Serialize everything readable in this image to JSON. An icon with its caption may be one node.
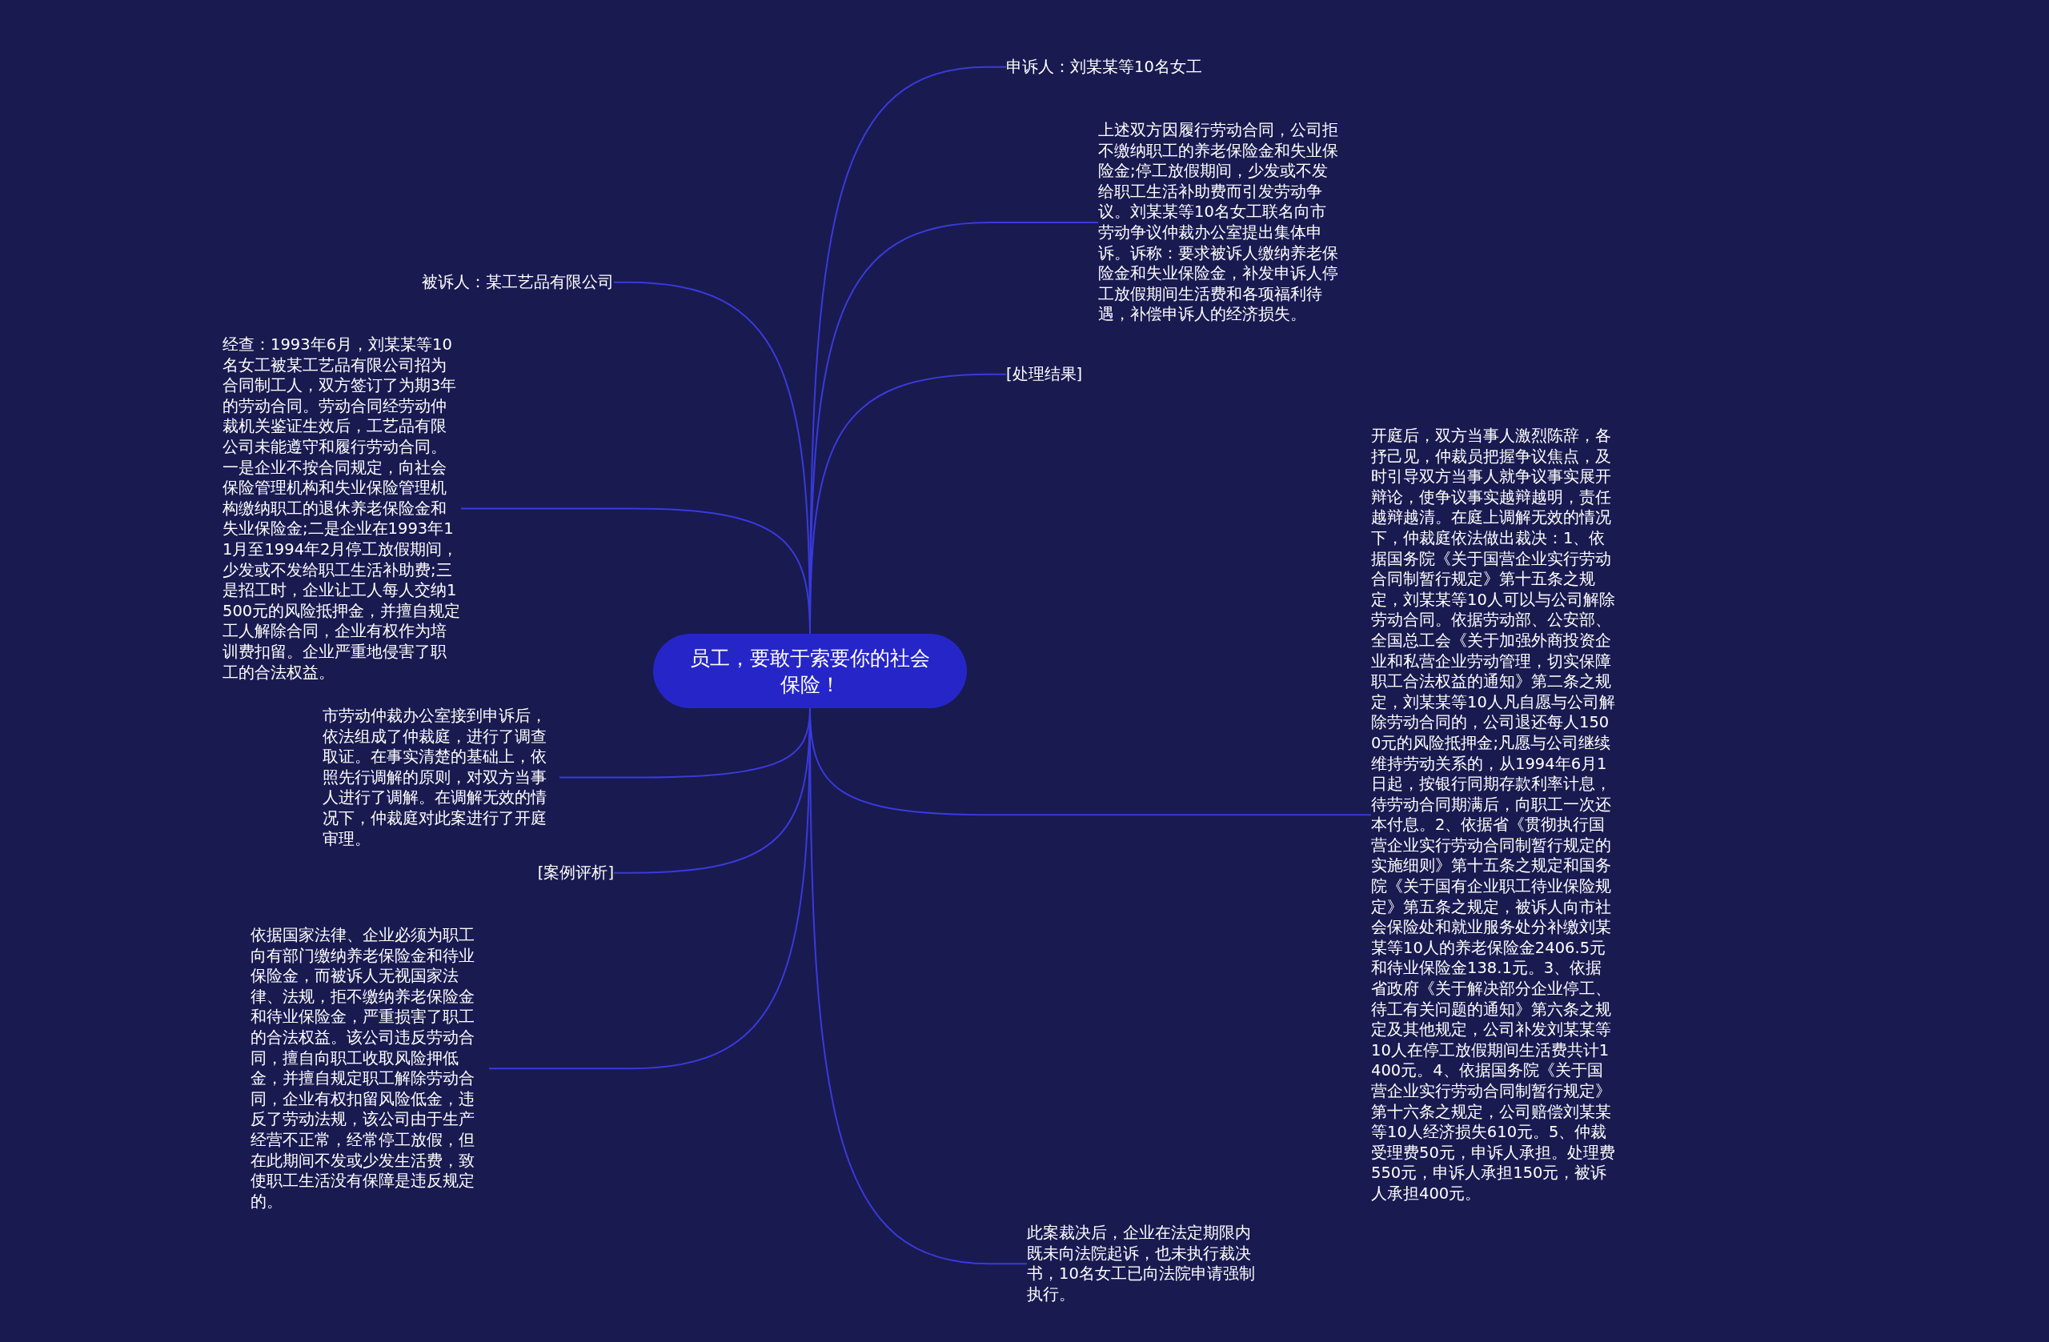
{
  "diagram": {
    "nodes": [
      {
        "text": [
          "员工，要敢于索要你的社会保险！"
        ]
      },
      {
        "text": [
          "申诉人：刘某某等10名女工"
        ]
      },
      {
        "text": [
          "上述双方因履行劳动合同，公司拒不缴纳职工的养老保险金和失业保险金;停工放假期间，少发或不发给职工生活补助费而引发劳动争议。刘某某等10名女工联名向市劳动争议仲裁办公室提出集体申诉。诉称：要求被诉人缴纳养老保险金和失业保险金，补发申诉人停工放假期间生活费和各项福利待遇，补偿申诉人的经济损失。"
        ]
      },
      {
        "text": [
          "被诉人：某工艺品有限公司"
        ]
      },
      {
        "text": [
          "经查：1993年6月，刘某某等10名女工被某工艺品有限公司招为合同制工人，双方签订了为期3年的劳动合同。劳动合同经劳动仲裁机关鉴证生效后，工艺品有限公司未能遵守和履行劳动合同。一是企业不按合同规定，向社会保险管理机构和失业保险管理机构缴纳职工的退休养老保险金和失业保险金;二是企业在1993年11月至1994年2月停工放假期间，少发或不发给职工生活补助费;三是招工时，企业让工人每人交纳1500元的风险抵押金，并擅自规定工人解除合同，企业有权作为培训费扣留。企业严重地侵害了职工的合法权益。"
        ]
      },
      {
        "text": [
          "[处理结果]"
        ]
      },
      {
        "text": [
          "开庭后，双方当事人激烈陈辞，各抒己见，仲裁员把握争议焦点，及时引导双方当事人就争议事实展开辩论，使争议事实越辩越明，责任越辩越清。在庭上调解无效的情况下，仲裁庭依法做出裁决：1、依据国务院《关于国营企业实行劳动合同制暂行规定》第十五条之规定，刘某某等10人可以与公司解除劳动合同。依据劳动部、公安部、全国总工会《关于加强外商投资企业和私营企业劳动管理，切实保障职工合法权益的通知》第二条之规定，刘某某等10人凡自愿与公司解除劳动合同的，公司退还每人1500元的风险抵押金;凡愿与公司继续维持劳动关系的，从1994年6月1日起，按银行同期存款利率计息，待劳动合同期满后，向职工一次还本付息。2、依据省《贯彻执行国营企业实行劳动合同制暂行规定的实施细则》第十五条之规定和国务院《关于国有企业职工待业保险规定》第五条之规定，被诉人向市社会保险处和就业服务处分补缴刘某某等10人的养老保险金2406.5元和待业保险金138.1元。3、依据省政府《关于解决部分企业停工、待工有关问题的通知》第六条之规定及其他规定，公司补发刘某某等10人在停工放假期间生活费共计1400元。4、依据国务院《关于国营企业实行劳动合同制暂行规定》第十六条之规定，公司赔偿刘某某等10人经济损失610元。5、仲裁受理费50元，申诉人承担。处理费550元，申诉人承担150元，被诉人承担400元。"
        ]
      },
      {
        "text": [
          "市劳动仲裁办公室接到申诉后，依法组成了仲裁庭，进行了调查取证。在事实清楚的基础上，依照先行调解的原则，对双方当事人进行了调解。在调解无效的情况下，仲裁庭对此案进行了开庭审理。"
        ]
      },
      {
        "text": [
          "[案例评析]"
        ]
      },
      {
        "text": [
          "依据国家法律、企业必须为职工向有部门缴纳养老保险金和待业保险金，而被诉人无视国家法律、法规，拒不缴纳养老保险金和待业保险金，严重损害了职工的合法权益。该公司违反劳动合同，擅自向职工收取风险押低金，并擅自规定职工解除劳动合同，企业有权扣留风险低金，违反了劳动法规，该公司由于生产经营不正常，经常停工放假，但在此期间不发或少发生活费，致使职工生活没有保障是违反规定的。"
        ]
      },
      {
        "text": [
          "此案裁决后，企业在法定期限内既未向法院起诉，也未执行裁决书，10名女工已向法院申请强制执行。"
        ]
      }
    ],
    "edges": [
      {
        "from": 0,
        "to": 1,
        "arrow": "none"
      },
      {
        "from": 0,
        "to": 2,
        "arrow": "none"
      },
      {
        "from": 0,
        "to": 3,
        "arrow": "none"
      },
      {
        "from": 0,
        "to": 4,
        "arrow": "none"
      },
      {
        "from": 0,
        "to": 5,
        "arrow": "none"
      },
      {
        "from": 0,
        "to": 6,
        "arrow": "none"
      },
      {
        "from": 0,
        "to": 7,
        "arrow": "none"
      },
      {
        "from": 0,
        "to": 8,
        "arrow": "none"
      },
      {
        "from": 0,
        "to": 9,
        "arrow": "none"
      },
      {
        "from": 0,
        "to": 10,
        "arrow": "none"
      }
    ]
  }
}
